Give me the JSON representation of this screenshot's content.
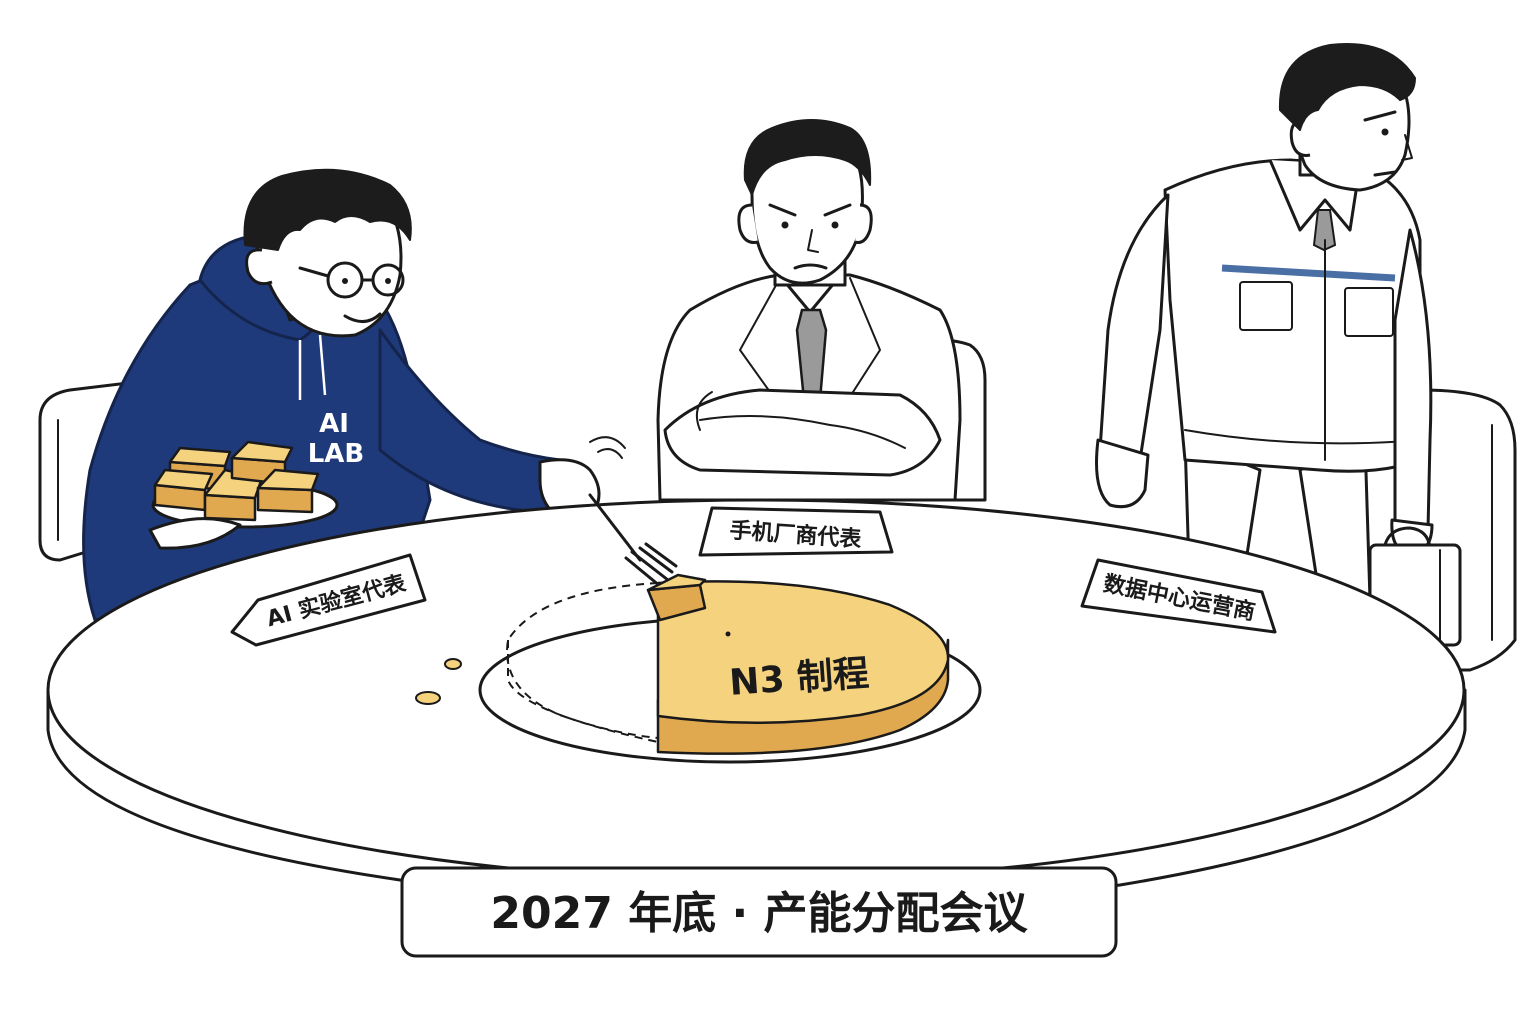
{
  "hoodie": {
    "line1": "AI",
    "line2": "LAB"
  },
  "placards": {
    "ai_lab": "AI 实验室代表",
    "phone_maker": "手机厂商代表",
    "datacenter": "数据中心运营商"
  },
  "cake": {
    "label": "N3 制程"
  },
  "banner": {
    "title": "2027 年底 · 产能分配会议"
  },
  "colors": {
    "hoodie": "#1f3a7a",
    "cake_top": "#f5d27e",
    "cake_side": "#e0a950",
    "uniform_stripe": "#4a6fa5"
  },
  "icons": {
    "fork": "fork-icon",
    "briefcase": "briefcase-icon",
    "plate": "plate-icon"
  }
}
